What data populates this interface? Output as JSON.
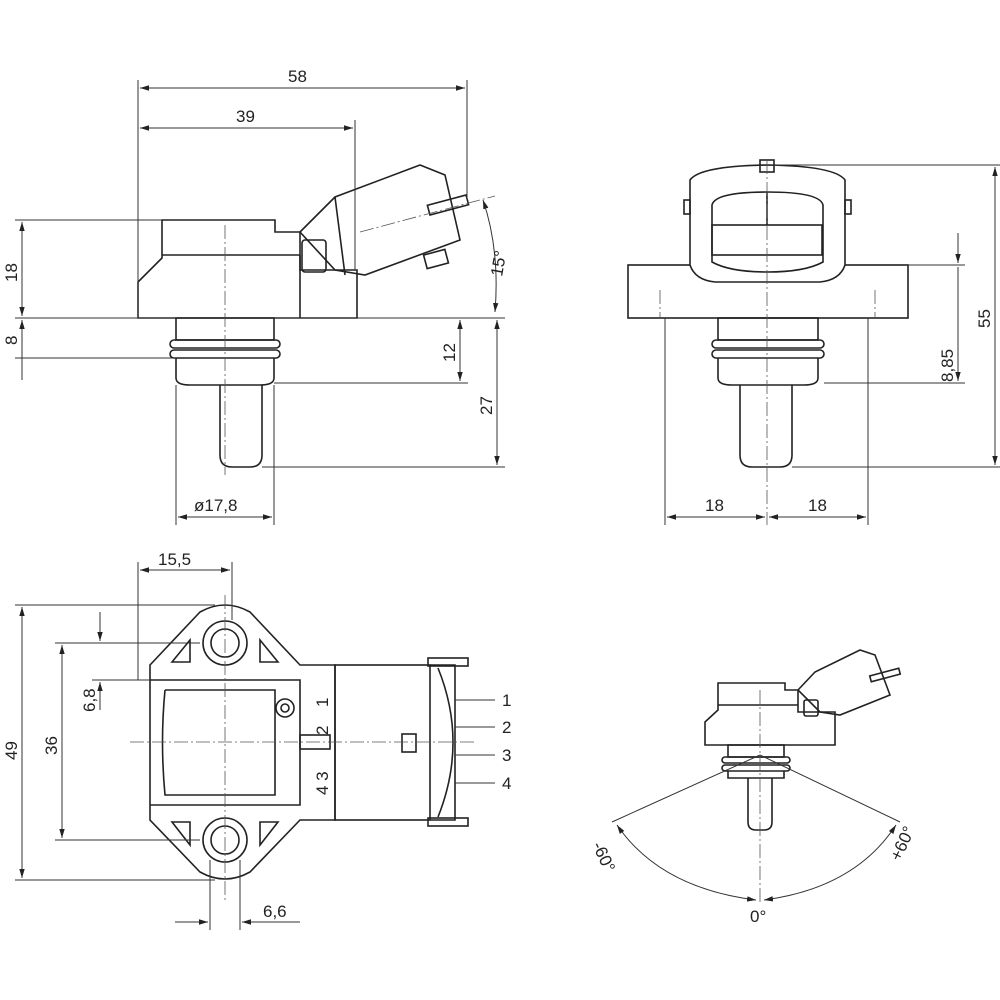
{
  "side_view": {
    "overall_length": "58",
    "connector_offset": "39",
    "body_height": "18",
    "thread_height": "8",
    "connector_angle": "15°",
    "oring_depth": "12",
    "probe_depth": "27",
    "thread_diameter": "ø17,8"
  },
  "front_view": {
    "total_height": "55",
    "oring_offset": "8,85",
    "half_width_left": "18",
    "half_width_right": "18"
  },
  "top_view": {
    "hole_offset": "15,5",
    "flange_length": "49",
    "hole_spacing": "36",
    "pin_offset": "6,8",
    "probe_offset": "6,6",
    "connector_marks": [
      "1",
      "2",
      "4 3"
    ],
    "pins": [
      "1",
      "2",
      "3",
      "4"
    ]
  },
  "rotation_view": {
    "left_angle": "-60°",
    "right_angle": "+60°",
    "center_angle": "0°"
  }
}
